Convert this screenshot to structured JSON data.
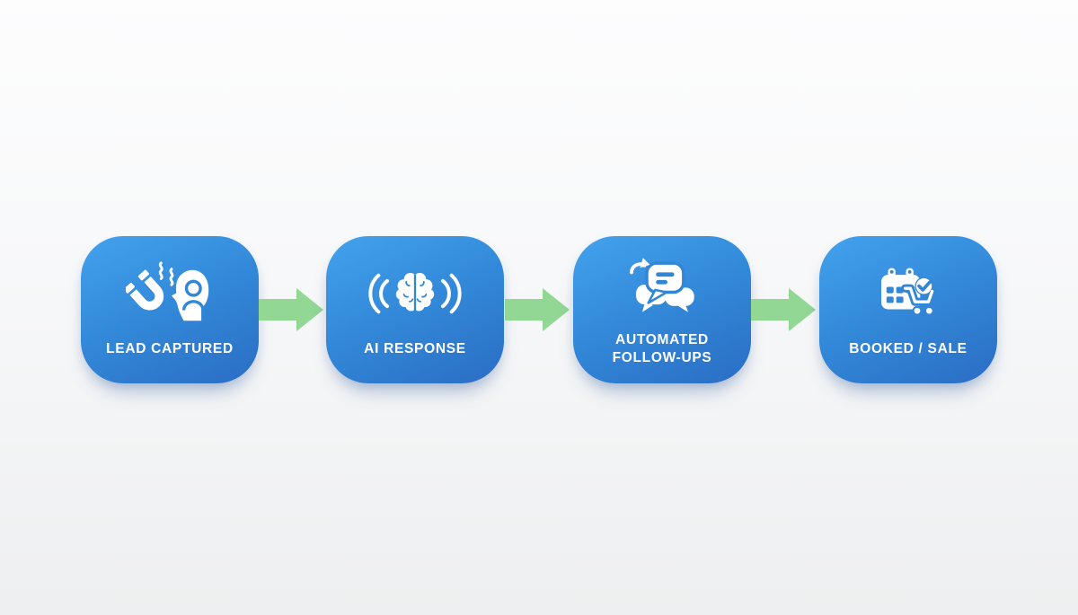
{
  "flow": {
    "steps": [
      {
        "name": "lead-captured",
        "label": "LEAD CAPTURED",
        "lines": [
          "LEAD CAPTURED"
        ],
        "icon": "magnet-lead-icon"
      },
      {
        "name": "ai-response",
        "label": "AI RESPONSE",
        "lines": [
          "AI RESPONSE"
        ],
        "icon": "ai-brain-soundwaves-icon"
      },
      {
        "name": "automated-follow-ups",
        "label": "AUTOMATED FOLLOW-UPS",
        "lines": [
          "AUTOMATED",
          "FOLLOW-UPS"
        ],
        "icon": "chat-bubbles-refresh-icon"
      },
      {
        "name": "booked-sale",
        "label": "BOOKED / SALE",
        "lines": [
          "BOOKED / SALE"
        ],
        "icon": "calendar-cart-check-icon"
      }
    ],
    "connector": {
      "shape": "right-arrow",
      "count": 3
    },
    "colors": {
      "box_gradient_start": "#42a2ee",
      "box_gradient_end": "#2a6dc4",
      "icon_inner_blue": "#3186d5",
      "arrow_green": "#93d795",
      "label_text": "#ffffff",
      "background_top": "#fdfdfe",
      "background_bottom": "#eeeff0"
    }
  }
}
